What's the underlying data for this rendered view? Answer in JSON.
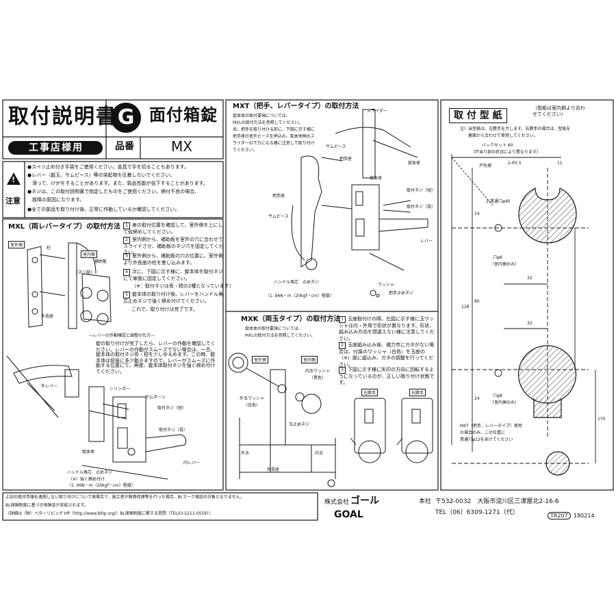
{
  "header": {
    "title": "取付説明書",
    "subtitle": "工事店様用",
    "g_mark": "G",
    "product_type": "面付箱錠",
    "hinban_label": "品番",
    "hinban_value": "MX"
  },
  "caution": {
    "label": "注意",
    "items": [
      "●スベリ止め付き手袋をご使用ください。金具で手を切ることもあります。",
      "●レバー（握玉、サムピース）等の突起物を圧着しないでください。",
      "　滑って、けがをすることがあります。また、製品性能が低下することがあります。",
      "●ネジは、この取付説明書で指定したものをご使用ください。締付不良の場合、",
      "　故障の原因になります。",
      "●全ての部品を取り付け後、正常に作動しているか確認してください。"
    ]
  },
  "mxl": {
    "title": "MXL（両レバータイプ）の取付方法",
    "steps": [
      "扉の取付位置を確認して、室外側を上にして仮締めしてください。",
      "室内側から、補助板を室外の穴に合わせてスライドさせ、補助板のネジ穴を固定してください。",
      "室外側から、補助板の穴の位置に、室外側より外長座の柱を差し込みます。",
      "次に、下図に示す様に、錠本体を取付ネジにて扉面に固定してください。",
      "（※：取付ネジは長・短の2種となっています）",
      "錠本体の取り付け後、レバーをハンドル角芯止めネジで強く締め付けてください。",
      "これで、取り付けは完了です。"
    ],
    "labels": {
      "outdoor": "室外側",
      "indoor": "室内側",
      "pillar": "柱",
      "aux_plate": "補助板",
      "screw_part": "（ネジ部）",
      "outer_seat": "外長座",
      "outer_lever": "外レバー",
      "cylinder": "シリンダー",
      "thumb_turn": "サムターン",
      "screw_short": "取付ネジ（短）",
      "screw_long": "取付ネジ（長）",
      "lock_body": "錠本体",
      "inner_lever": "内レバー",
      "handle_screw": "ハンドル角芯　止めネジ",
      "tighten": "（※）強く締め付け",
      "torque": "（1. 96N・m（20kgf・cm）程度）"
    },
    "note": [
      "―レバーの作動確認と調整の仕方―",
      "錠の取り付けが完了したら、レバーの作動を確認してください。レバーの作動がスムーズでない場合は、一旦、",
      "錠本体の取付ネジ長・短を少しゆるめます。この時、錠本体は前後に多少動きますので、レバーがスムーズに作",
      "動する位置にて、再度、錠本体取付ネジを強く締め付けてください。"
    ]
  },
  "mxt": {
    "title": "MXT（把手、レバータイプ）の取付方法",
    "intro": [
      "錠本体の取付要領については、",
      "MXLの取付方法を参照してください。",
      "尚、把手を取り付ける前に、下図に示す様に",
      "把手座の室外ピースを押込み、錠本体側のス",
      "ライダーの下方になる様に注意して取り付け",
      "てください。"
    ],
    "labels": {
      "slider": "スライダー",
      "thumb_piece": "サムピース",
      "handle_seat": "把手座",
      "lock_body": "錠本体",
      "handle_seat2": "把手座",
      "thumb_piece2": "サムピース",
      "screw_short": "取付ネジ（短）",
      "screw_long": "取付ネジ（長）",
      "lever": "レバー",
      "handle_screw": "ハンドル角芯　止めネジ",
      "torque": "（1. 96N・m（20kgf・cm）程度）",
      "washer": "ワッシャ",
      "handle_stop_screw": "把手止めネジ"
    }
  },
  "mxk": {
    "title": "MXK（両玉タイプ）の取付方法",
    "intro": [
      "錠本体の取付要領については、",
      "MXLの取付方法を参照してください。"
    ],
    "steps": [
      "玉座取付けの際、左図に示す様に玉ワッシャは内・外用で形状が異なります。形状、組み込み方向を間違えない様に注意してください。",
      "玉座組み込み後、補力市にガタがない場合は、付属のワッシャ（白色）を玉座の（※）部に組込み、ガタの調整を行ってください。",
      "下図に示す様に矢印の方向に回転するようになっているのが、正しい取り付け状態です。"
    ],
    "labels": {
      "outdoor": "室外側",
      "indoor": "室内側",
      "inner_washer": "内玉ワッシャ",
      "inner_washer_color": "（黒色）",
      "outer_washer": "外玉ワッシャ",
      "outer_washer_color": "（白色）",
      "ball_screw": "玉止めネジ",
      "outer_ball": "外玉",
      "inner_ball": "内玉",
      "outer_seat": "外長座",
      "left_hand": "左勝手",
      "right_hand": "右勝手"
    }
  },
  "template": {
    "title": "取 付 型 紙",
    "side_note": "（型紙は室内側より合わせてください）",
    "note": [
      "注）当型紙は、左勝手を示します。右勝手の場合は、型紙を",
      "　　裏面から合わせて使用してください。"
    ],
    "backset": "バックセット 60",
    "edge_note": "（戸当り部の状況により異なります）",
    "door_edge": "戸先側",
    "r_label": "2-R5.5",
    "dim_11": "11",
    "through_hole": "2-貫通穴φ40",
    "dim_24a": "24",
    "hole8a": "穴φ8",
    "hole8a_note": "（室内側のみ）",
    "dim_32a": "32",
    "dim_128": "128",
    "dim_80": "80",
    "dim_32b": "32",
    "dim_24b": "24",
    "hole8b": "穴φ8",
    "hole8b_note": "（室内側のみ）",
    "dim_170": "170",
    "mxt_note": [
      "MXT（把手、レバータイプ）使用",
      "の場合のみ、この位置に",
      "貫通穴φ12をあけてください"
    ]
  },
  "footer": {
    "bl_note": [
      "上記の取付手順を逸脱しない取り付けについて現場合で、施工者が無責修理等を行った場合、BLマーク保証の対象となりません。",
      "BL保険制度に基づき保険金が支給されます。",
      "（詳細は（財）ベターリビング HP（http://www.blhp.org/）BL保険制度に関する質問（TEL03-5211-0559））"
    ],
    "company_prefix": "株式会社",
    "company_name": "ゴール",
    "company_en": "GOAL",
    "hq_label": "本社",
    "address": "〒532-0032　大阪市淀川区三津屋北2-16-6",
    "tel": "TEL（06）6309-1271（代）",
    "doc_code": "TR207",
    "doc_date": "180214"
  }
}
